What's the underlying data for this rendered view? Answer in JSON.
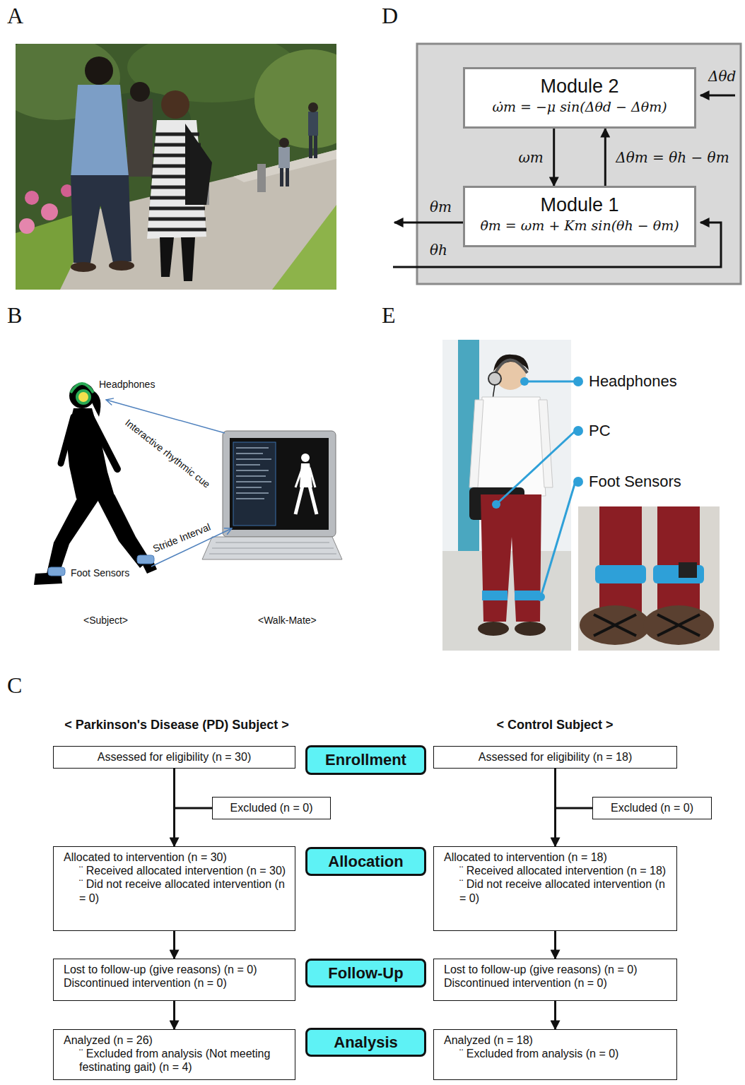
{
  "diagram": {
    "nodes": [
      {
        "text": [
          "Module 2",
          "ω̇m = −μ sin(Δθd − Δθm)"
        ]
      },
      {
        "text": [
          "Module 1",
          "θ̇m = ωm + Km sin(θh − θm)"
        ]
      },
      {
        "text": [
          "Assessed for eligibility (n = 30)"
        ]
      },
      {
        "text": [
          "Enrollment"
        ]
      },
      {
        "text": [
          "Assessed for eligibility (n = 18)"
        ]
      },
      {
        "text": [
          "Excluded (n = 0)"
        ]
      },
      {
        "text": [
          "Excluded (n = 0)"
        ]
      },
      {
        "text": [
          "Allocated to intervention (n = 30)",
          "¨ Received allocated intervention (n = 30)",
          "¨ Did not receive allocated intervention (n = 0)"
        ]
      },
      {
        "text": [
          "Allocation"
        ]
      },
      {
        "text": [
          "Allocated to intervention (n = 18)",
          "¨ Received allocated intervention (n = 18)",
          "¨ Did not receive allocated intervention (n = 0)"
        ]
      },
      {
        "text": [
          "Lost to follow-up (give reasons) (n = 0)",
          "Discontinued intervention (n = 0)"
        ]
      },
      {
        "text": [
          "Follow-Up"
        ]
      },
      {
        "text": [
          "Lost to follow-up (give reasons) (n = 0)",
          "Discontinued intervention (n = 0)"
        ]
      },
      {
        "text": [
          "Analyzed (n = 26)",
          "¨ Excluded from analysis (Not meeting festinating gait) (n = 4)"
        ]
      },
      {
        "text": [
          "Analysis"
        ]
      },
      {
        "text": [
          "Analyzed (n = 18)",
          "¨ Excluded from analysis (n = 0)"
        ]
      }
    ],
    "edges": [
      {
        "from": 0,
        "to": 1,
        "label": "ωm",
        "arrow": "to"
      },
      {
        "from": 1,
        "to": 0,
        "label": "Δθm = θh − θm",
        "arrow": "to"
      },
      {
        "from": 2,
        "to": 7,
        "arrow": "to"
      },
      {
        "from": 2,
        "to": 5,
        "arrow": "none"
      },
      {
        "from": 7,
        "to": 10,
        "arrow": "to"
      },
      {
        "from": 10,
        "to": 13,
        "arrow": "to"
      },
      {
        "from": 4,
        "to": 9,
        "arrow": "to"
      },
      {
        "from": 4,
        "to": 6,
        "arrow": "none"
      },
      {
        "from": 9,
        "to": 12,
        "arrow": "to"
      },
      {
        "from": 12,
        "to": 15,
        "arrow": "to"
      }
    ],
    "labels": [
      "A",
      "D",
      "Δθd",
      "θm",
      "θh",
      "B",
      "Headphones",
      "Interactive rhythmic cue",
      "Stride Interval",
      "Foot Sensors",
      "<Subject>",
      "<Walk-Mate>",
      "E",
      "Headphones",
      "PC",
      "Foot Sensors",
      "C",
      "< Parkinson's Disease (PD) Subject >",
      "< Control Subject >"
    ]
  }
}
